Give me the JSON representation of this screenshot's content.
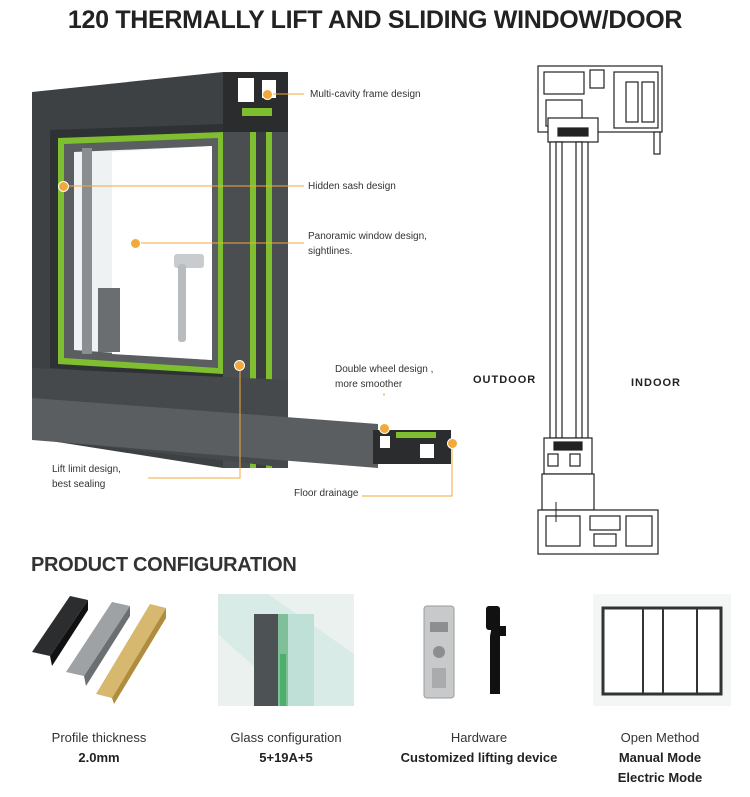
{
  "title": "120 THERMALLY LIFT AND SLIDING WINDOW/DOOR",
  "callouts": {
    "multi_cavity": "Multi-cavity frame design",
    "hidden_sash": "Hidden sash design",
    "panoramic_1": "Panoramic window design,",
    "panoramic_2": "sightlines.",
    "double_wheel_1": "Double wheel design ,",
    "double_wheel_2": "more smoother",
    "lift_limit_1": "Lift limit design,",
    "lift_limit_2": "best sealing",
    "floor_drainage": "Floor drainage"
  },
  "section_labels": {
    "outdoor": "OUTDOOR",
    "indoor": "INDOOR"
  },
  "config_title": "PRODUCT CONFIGURATION",
  "products": [
    {
      "label": "Profile thickness",
      "value": "2.0mm"
    },
    {
      "label": "Glass configuration",
      "value": "5+19A+5"
    },
    {
      "label": "Hardware",
      "value": "Customized lifting device"
    },
    {
      "label": "Open Method",
      "value": "Manual Mode",
      "value2": "Electric Mode"
    }
  ],
  "colors": {
    "accent": "#f3a93a",
    "frame": "#3d4143",
    "gasket": "#7fbf2f"
  }
}
